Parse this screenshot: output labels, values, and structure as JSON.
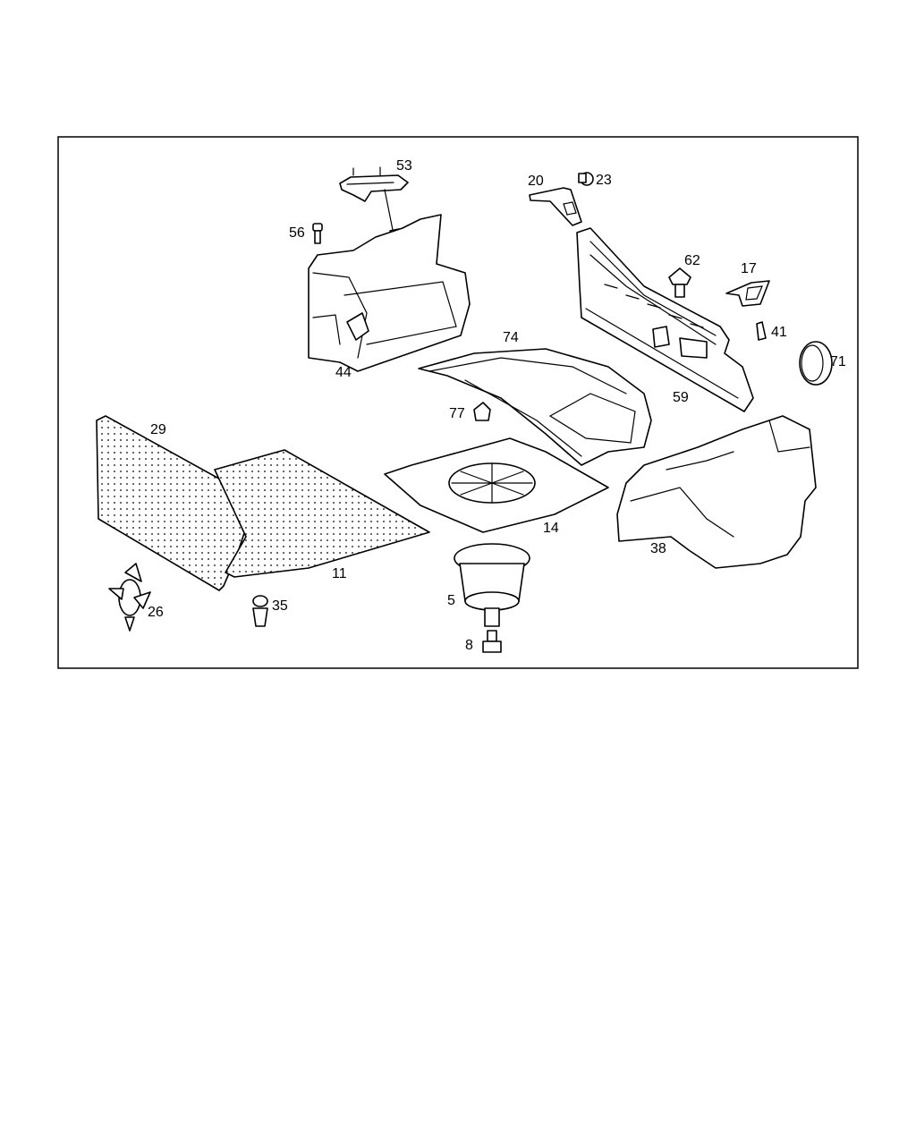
{
  "diagram": {
    "labels": {
      "p53": "53",
      "p56": "56",
      "p44": "44",
      "p20": "20",
      "p23": "23",
      "p62": "62",
      "p17": "17",
      "p41": "41",
      "p71": "71",
      "p74": "74",
      "p59": "59",
      "p77": "77",
      "p29": "29",
      "p11": "11",
      "p14": "14",
      "p38": "38",
      "p5": "5",
      "p26": "26",
      "p35": "35",
      "p8": "8"
    }
  }
}
